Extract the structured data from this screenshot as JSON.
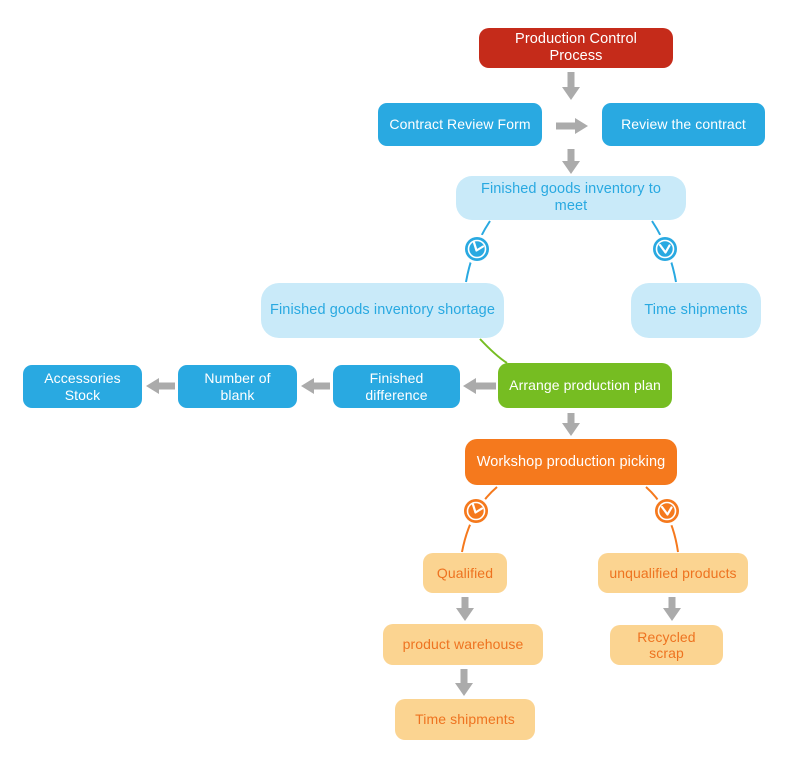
{
  "colors": {
    "red": "#C52B1A",
    "blue": "#29A9E1",
    "light_blue_bg": "#C9EAF9",
    "light_blue_text": "#29A9E1",
    "green": "#76BD22",
    "orange": "#F5791D",
    "light_orange_bg": "#FBD491",
    "light_orange_text": "#EE7320",
    "arrow_gray": "#ABABAB",
    "text_on_solid": "#FFFFFF"
  },
  "diagram": {
    "title": "Production Control Process",
    "nodes": {
      "production_control_process": {
        "label": "Production Control Process",
        "style": "red"
      },
      "contract_review_form": {
        "label": "Contract Review Form",
        "style": "blue"
      },
      "review_the_contract": {
        "label": "Review the contract",
        "style": "blue"
      },
      "finished_goods_inventory_to_meet": {
        "label": "Finished goods inventory to meet",
        "style": "light-blue"
      },
      "finished_goods_inventory_shortage": {
        "label": "Finished goods inventory shortage",
        "style": "light-blue"
      },
      "time_shipments_upper": {
        "label": "Time shipments",
        "style": "light-blue"
      },
      "accessories_stock": {
        "label": "Accessories Stock",
        "style": "blue"
      },
      "number_of_blank": {
        "label": "Number of blank",
        "style": "blue"
      },
      "finished_difference": {
        "label": "Finished difference",
        "style": "blue"
      },
      "arrange_production_plan": {
        "label": "Arrange production plan",
        "style": "green"
      },
      "workshop_production_picking": {
        "label": "Workshop production picking",
        "style": "orange"
      },
      "qualified": {
        "label": "Qualified",
        "style": "light-orange"
      },
      "unqualified_products": {
        "label": "unqualified products",
        "style": "light-orange"
      },
      "product_warehouse": {
        "label": "product warehouse",
        "style": "light-orange"
      },
      "recycled_scrap": {
        "label": "Recycled scrap",
        "style": "light-orange"
      },
      "time_shipments_final": {
        "label": "Time shipments",
        "style": "light-orange"
      }
    },
    "edges": [
      {
        "from": "production_control_process",
        "to": "contract_review_row",
        "type": "arrow-down"
      },
      {
        "from": "contract_review_form",
        "to": "review_the_contract",
        "type": "arrow-right"
      },
      {
        "from": "contract_review_row",
        "to": "finished_goods_inventory_to_meet",
        "type": "arrow-down"
      },
      {
        "from": "finished_goods_inventory_to_meet",
        "to": "finished_goods_inventory_shortage",
        "type": "clock-branch",
        "icon": "clock-icon",
        "color": "blue"
      },
      {
        "from": "finished_goods_inventory_to_meet",
        "to": "time_shipments_upper",
        "type": "clock-branch",
        "icon": "clock-icon",
        "color": "blue"
      },
      {
        "from": "finished_goods_inventory_shortage",
        "to": "arrange_production_plan",
        "type": "line",
        "color": "green"
      },
      {
        "from": "arrange_production_plan",
        "to": "finished_difference",
        "type": "arrow-left"
      },
      {
        "from": "finished_difference",
        "to": "number_of_blank",
        "type": "arrow-left"
      },
      {
        "from": "number_of_blank",
        "to": "accessories_stock",
        "type": "arrow-left"
      },
      {
        "from": "arrange_production_plan",
        "to": "workshop_production_picking",
        "type": "arrow-down"
      },
      {
        "from": "workshop_production_picking",
        "to": "qualified",
        "type": "clock-branch",
        "icon": "clock-icon",
        "color": "orange"
      },
      {
        "from": "workshop_production_picking",
        "to": "unqualified_products",
        "type": "clock-branch",
        "icon": "clock-icon",
        "color": "orange"
      },
      {
        "from": "qualified",
        "to": "product_warehouse",
        "type": "arrow-down"
      },
      {
        "from": "unqualified_products",
        "to": "recycled_scrap",
        "type": "arrow-down"
      },
      {
        "from": "product_warehouse",
        "to": "time_shipments_final",
        "type": "arrow-down"
      }
    ]
  }
}
